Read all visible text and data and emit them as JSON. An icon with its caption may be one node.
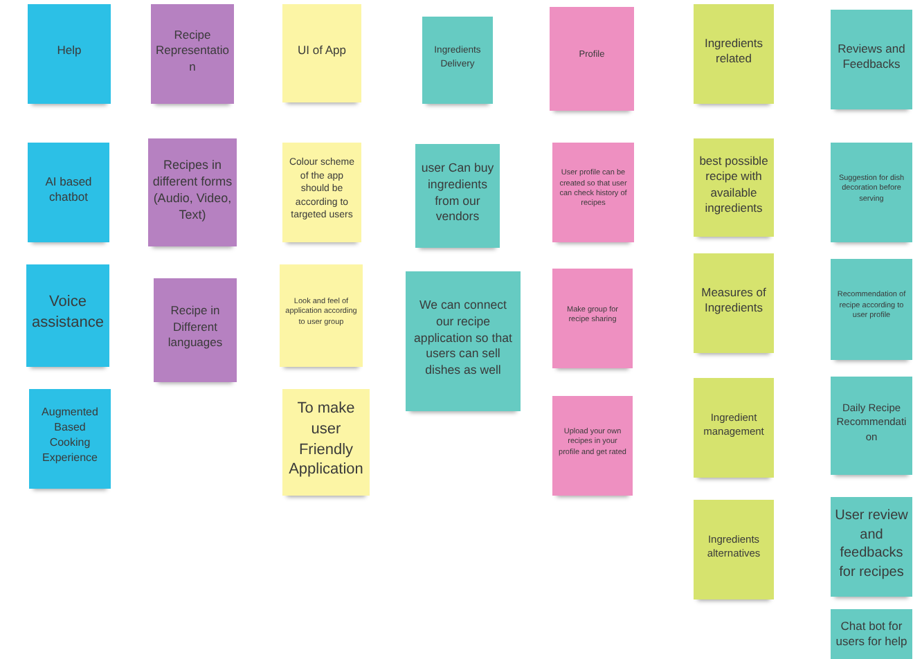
{
  "diagram": {
    "nodes": [
      {
        "text": [
          "Help"
        ]
      },
      {
        "text": [
          "AI based chatbot"
        ]
      },
      {
        "text": [
          "Voice assistance"
        ]
      },
      {
        "text": [
          "Augmented Based Cooking Experience"
        ]
      },
      {
        "text": [
          "Recipe Representation"
        ]
      },
      {
        "text": [
          "Recipes in different forms (Audio, Video, Text)"
        ]
      },
      {
        "text": [
          "Recipe in Different languages"
        ]
      },
      {
        "text": [
          "UI of App"
        ]
      },
      {
        "text": [
          "Colour scheme of the app should be according to targeted users"
        ]
      },
      {
        "text": [
          "Look and feel of application according to user group"
        ]
      },
      {
        "text": [
          "To make user Friendly Application"
        ]
      },
      {
        "text": [
          "Ingredients Delivery"
        ]
      },
      {
        "text": [
          "user Can buy ingredients from our vendors"
        ]
      },
      {
        "text": [
          "We can connect our recipe application so that users can sell dishes as well"
        ]
      },
      {
        "text": [
          "Profile"
        ]
      },
      {
        "text": [
          "User profile can be created so that user can check history of recipes"
        ]
      },
      {
        "text": [
          "Make group for recipe sharing"
        ]
      },
      {
        "text": [
          "Upload your own recipes in your profile and get rated"
        ]
      },
      {
        "text": [
          "Ingredients related"
        ]
      },
      {
        "text": [
          "best possible recipe with available ingredients"
        ]
      },
      {
        "text": [
          "Measures of Ingredients"
        ]
      },
      {
        "text": [
          "Ingredient management"
        ]
      },
      {
        "text": [
          "Ingredients alternatives"
        ]
      },
      {
        "text": [
          "Reviews and Feedbacks"
        ]
      },
      {
        "text": [
          "Suggestion for dish decoration before serving"
        ]
      },
      {
        "text": [
          "Recommendation of recipe according to user profile"
        ]
      },
      {
        "text": [
          "Daily Recipe Recommendation"
        ]
      },
      {
        "text": [
          "User review and feedbacks for recipes"
        ]
      },
      {
        "text": [
          "Chat bot for users for help"
        ]
      }
    ]
  }
}
